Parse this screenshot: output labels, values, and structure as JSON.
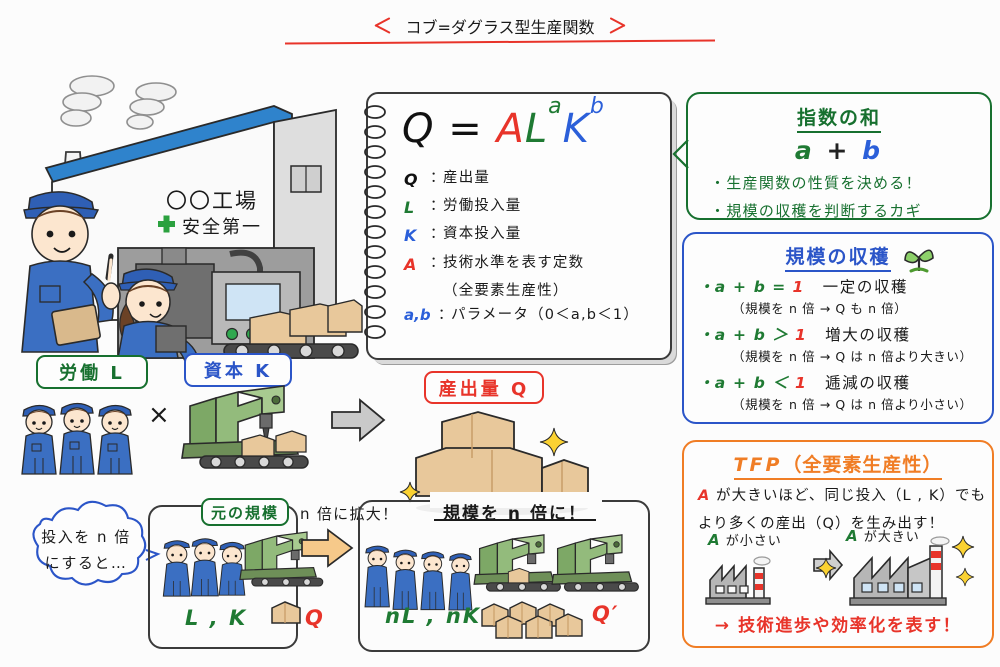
{
  "title": {
    "text": "コブ=ダグラス型生産関数",
    "accent_color": "#e8342a"
  },
  "notepad": {
    "formula": {
      "q": "Q",
      "equals": "=",
      "a": "A",
      "l": "L",
      "exp_a": "a",
      "k": "K",
      "exp_b": "b",
      "colors": {
        "A": "#e8342a",
        "L": "#1f7a33",
        "K": "#2b5fd9",
        "exponents": "#2b5fd9"
      }
    },
    "legend": [
      {
        "symbol": "Q",
        "colon": "：",
        "text": "産出量",
        "color": "#111111"
      },
      {
        "symbol": "L",
        "colon": "：",
        "text": "労働投入量",
        "color": "#1f7a33"
      },
      {
        "symbol": "K",
        "colon": "：",
        "text": "資本投入量",
        "color": "#2b5fd9"
      },
      {
        "symbol": "A",
        "colon": "：",
        "text": "技術水準を表す定数",
        "color": "#e8342a"
      }
    ],
    "legend_sub": "（全要素生産性）",
    "params": {
      "symbol": "a,b",
      "colon": "：",
      "text": "パラメータ（0＜a,b＜1）",
      "color": "#2b5fd9"
    }
  },
  "panel_sum": {
    "heading": "指数の和",
    "expression": {
      "a": "a",
      "plus": "+",
      "b": "b"
    },
    "bullets": [
      "・生産関数の性質を決める！",
      "・規模の収穫を判断するカギ"
    ],
    "color": "#17702f"
  },
  "panel_returns": {
    "heading": "規模の収穫",
    "icon": "sprout-icon",
    "color": "#2b55c8",
    "items": [
      {
        "cond_left": "・a + b",
        "operator": "=",
        "one": "1",
        "label": "一定の収穫",
        "sub": "（規模を n 倍 →  Q も n 倍）"
      },
      {
        "cond_left": "・a + b",
        "operator": "＞",
        "one": "1",
        "label": "増大の収穫",
        "sub": "（規模を n 倍 → Q は n 倍より大きい）"
      },
      {
        "cond_left": "・a + b",
        "operator": "＜",
        "one": "1",
        "label": "逓減の収穫",
        "sub": "（規模を n 倍 → Q は n 倍より小さい）"
      }
    ]
  },
  "panel_tfp": {
    "heading_abbr": "TFP",
    "heading_paren": "（全要素生産性）",
    "body_line1_a": "A",
    "body_line1_rest": " が大きいほど、同じ投入（L , K）でも",
    "body_line2": "より多くの産出（Q）を生み出す！",
    "caption_small": {
      "a": "A",
      "rest": " が小さい"
    },
    "caption_large": {
      "a": "A",
      "rest": " が大きい"
    },
    "conclusion": "→ 技術進歩や効率化を表す！",
    "color": "#f07d25",
    "conclusion_color": "#e8342a"
  },
  "factory_illustration": {
    "sign_name": "〇〇工場",
    "safety_slogan": "安全第一",
    "safety_icon": "green-cross-icon"
  },
  "inputs_row": {
    "labor_chip": "労働 L",
    "capital_chip": "資本 K",
    "times_symbol": "×",
    "output_chip": "産出量 Q",
    "arrow_icon": "right-arrow-icon"
  },
  "scale_row": {
    "cloud_line1": "投入を n 倍",
    "cloud_line2": "にすると…",
    "original_chip": "元の規模",
    "original_inputs": "L , K",
    "original_output": "Q",
    "scale_note": "n 倍に拡大！",
    "scaled_chip": "規模を n 倍に！",
    "scaled_inputs": "nL , nK",
    "scaled_output": "Q′",
    "arrow_icon": "orange-right-arrow-icon"
  }
}
